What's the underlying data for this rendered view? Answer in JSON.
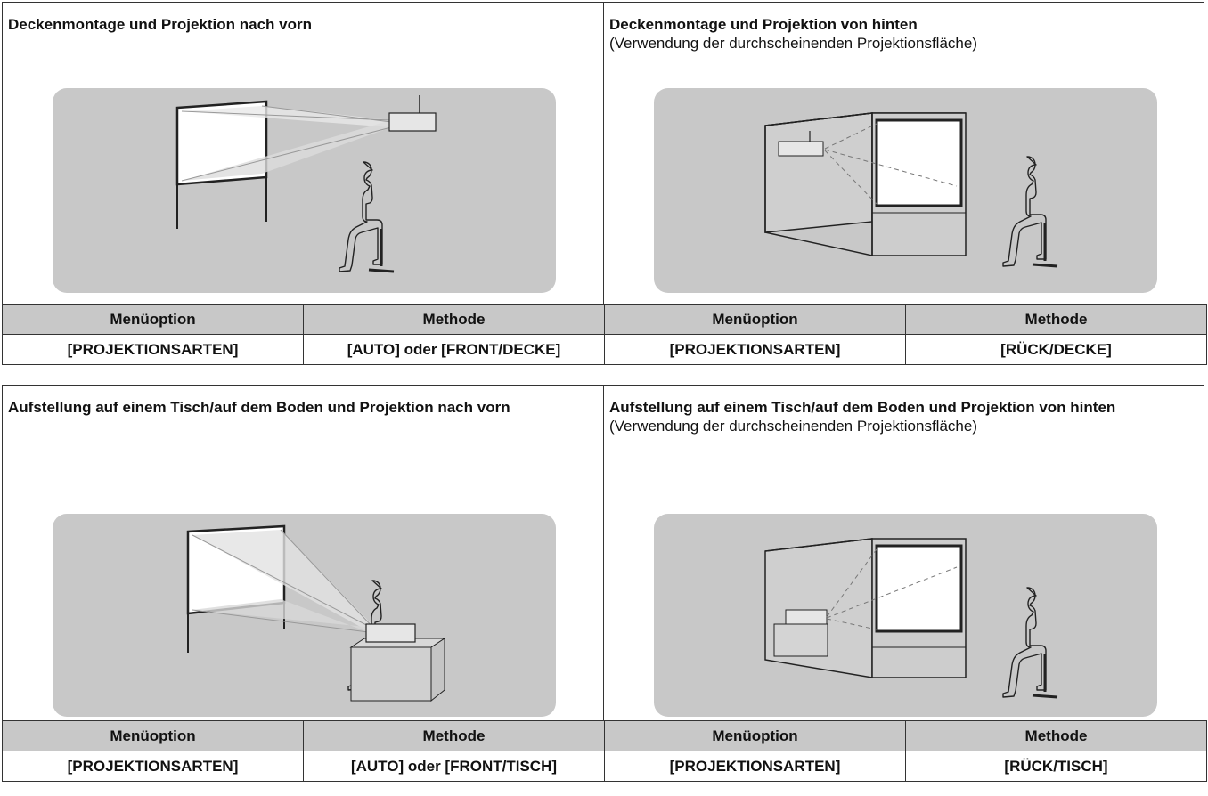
{
  "top": {
    "left": {
      "title": "Deckenmontage und Projektion nach vorn",
      "subtitle": ""
    },
    "right": {
      "title": "Deckenmontage und Projektion von hinten",
      "subtitle": "(Verwendung der durchscheinenden Projektionsfläche)"
    },
    "table": {
      "headers": [
        "Menüoption",
        "Methode",
        "Menüoption",
        "Methode"
      ],
      "values": [
        "[PROJEKTIONSARTEN]",
        "[AUTO] oder [FRONT/DECKE]",
        "[PROJEKTIONSARTEN]",
        "[RÜCK/DECKE]"
      ]
    }
  },
  "bottom": {
    "left": {
      "title": "Aufstellung auf einem Tisch/auf dem Boden und Projektion nach vorn",
      "subtitle": ""
    },
    "right": {
      "title": "Aufstellung auf einem Tisch/auf dem Boden und Projektion von hinten",
      "subtitle": "(Verwendung der durchscheinenden Projektionsfläche)"
    },
    "table": {
      "headers": [
        "Menüoption",
        "Methode",
        "Menüoption",
        "Methode"
      ],
      "values": [
        "[PROJEKTIONSARTEN]",
        "[AUTO] oder [FRONT/TISCH]",
        "[PROJEKTIONSARTEN]",
        "[RÜCK/TISCH]"
      ]
    }
  },
  "colors": {
    "illustration_bg": "#c8c8c8",
    "table_header_bg": "#c8c8c8",
    "line": "#333333"
  }
}
